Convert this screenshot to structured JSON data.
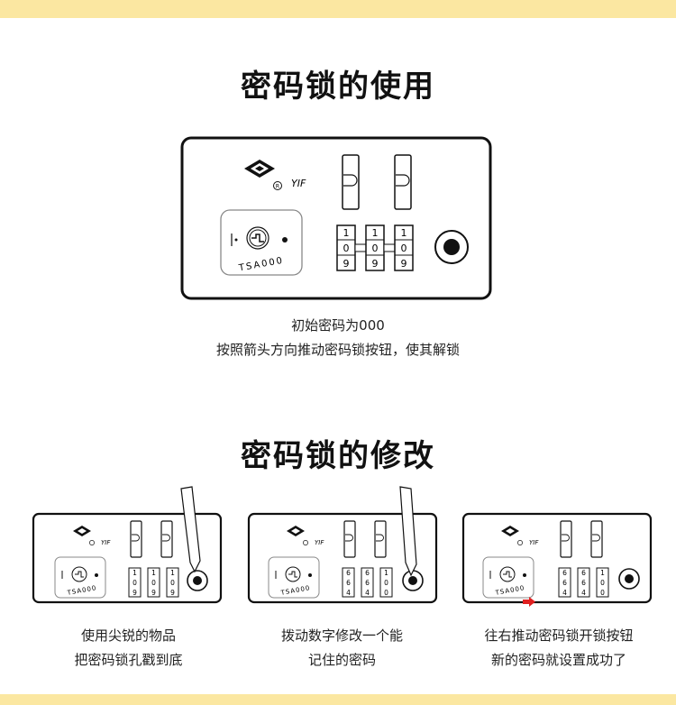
{
  "section_usage": {
    "title": "密码锁的使用",
    "brand": "YIF",
    "registered_mark": "R",
    "tsa_text": "TSA000",
    "wheels": [
      {
        "top": "1",
        "mid": "0",
        "bot": "9"
      },
      {
        "top": "1",
        "mid": "0",
        "bot": "9"
      },
      {
        "top": "1",
        "mid": "0",
        "bot": "9"
      }
    ],
    "caption_line1": "初始密码为000",
    "caption_line2": "按照箭头方向推动密码锁按钮，使其解锁"
  },
  "section_change": {
    "title": "密码锁的修改",
    "steps": [
      {
        "wheels": [
          {
            "top": "1",
            "mid": "0",
            "bot": "9"
          },
          {
            "top": "1",
            "mid": "0",
            "bot": "9"
          },
          {
            "top": "1",
            "mid": "0",
            "bot": "9"
          }
        ],
        "caption_line1": "使用尖锐的物品",
        "caption_line2": "把密码锁孔戳到底"
      },
      {
        "wheels": [
          {
            "top": "6",
            "mid": "6",
            "bot": "4"
          },
          {
            "top": "6",
            "mid": "6",
            "bot": "4"
          },
          {
            "top": "1",
            "mid": "0",
            "bot": "0"
          }
        ],
        "caption_line1": "拨动数字修改一个能",
        "caption_line2": "记住的密码"
      },
      {
        "wheels": [
          {
            "top": "6",
            "mid": "6",
            "bot": "4"
          },
          {
            "top": "6",
            "mid": "6",
            "bot": "4"
          },
          {
            "top": "1",
            "mid": "0",
            "bot": "0"
          }
        ],
        "caption_line1": "往右推动密码锁开锁按钮",
        "caption_line2": "新的密码就设置成功了"
      }
    ]
  },
  "colors": {
    "band": "#fbe7a1",
    "outline": "#111111",
    "arrow": "#e02020"
  }
}
